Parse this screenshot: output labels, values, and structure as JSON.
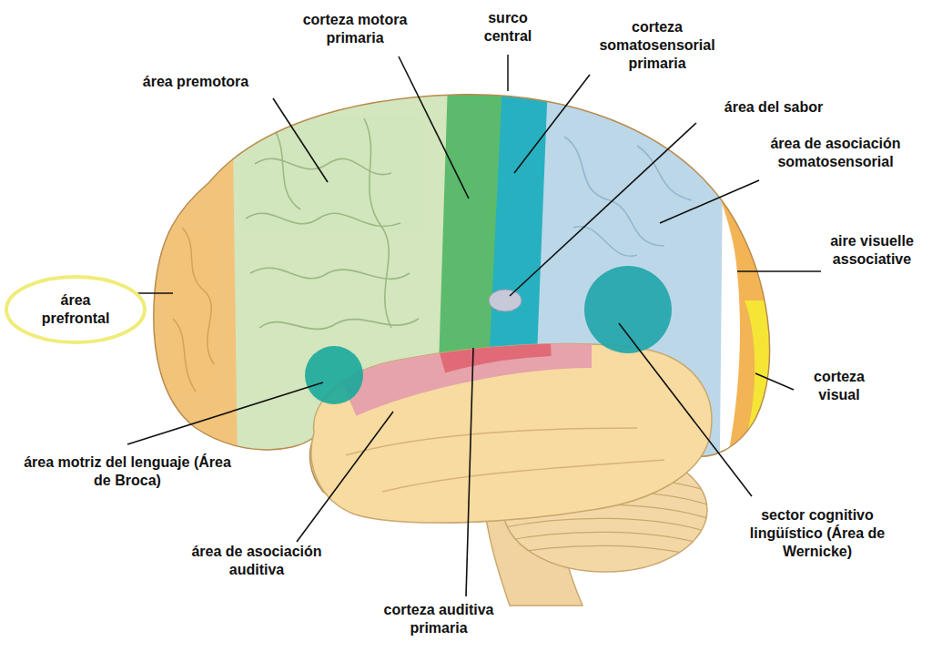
{
  "diagram": {
    "nodes": [
      {
        "text": [
          "área prefrontal"
        ]
      }
    ],
    "labels": [
      "corteza motora primaria",
      "surco central",
      "corteza somatosensorial primaria",
      "área premotora",
      "área del sabor",
      "área de asociación somatosensorial",
      "aire visuelle associative",
      "corteza visual",
      "sector cognitivo lingüístico (Área de Wernicke)",
      "corteza auditiva primaria",
      "área de asociación auditiva",
      "área motriz del lenguaje (Área de Broca)"
    ]
  }
}
